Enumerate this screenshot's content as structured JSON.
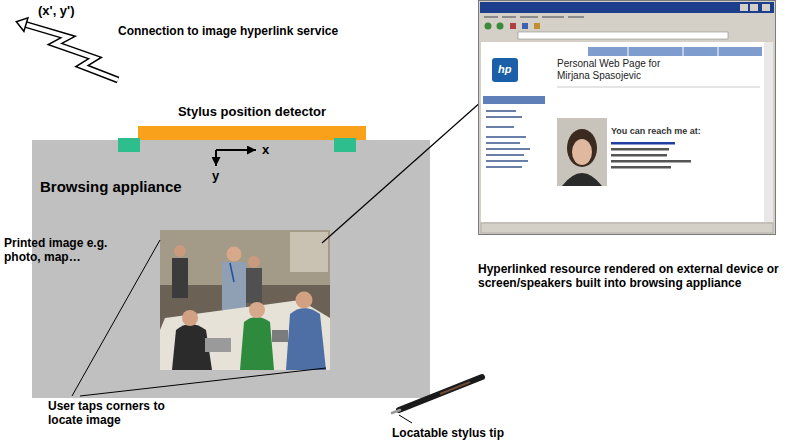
{
  "diagram": {
    "nodes": [
      {
        "text": [
          "Browsing appliance"
        ]
      },
      {
        "text": [
          "Stylus position detector"
        ]
      },
      {
        "text": [
          "hp",
          "Personal Web Page for Mirjana Spasojevic",
          "You can reach me at:"
        ]
      }
    ],
    "labels": [
      "(x', y')",
      "Connection to image hyperlink service",
      "x",
      "y",
      "Printed image e.g. photo, map…",
      "Hyperlinked resource rendered on external device or screen/speakers built into browsing appliance",
      "User taps corners to locate image",
      "Locatable stylus tip"
    ]
  }
}
